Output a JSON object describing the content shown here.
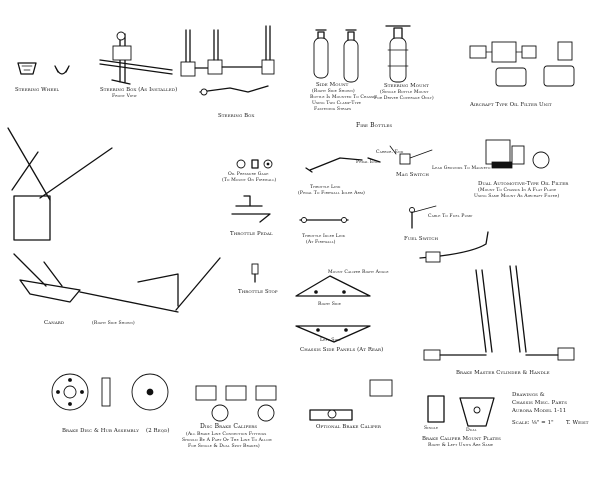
{
  "labels": {
    "steering_wheel": "Steering Wheel",
    "steering_box_title": "Steering Box (As Installed)",
    "steering_box_front": "Front View",
    "steering_box": "Steering Box",
    "side_mount": "Side Mount",
    "side_mount_sub1": "(Right Side Shown)",
    "side_mount_sub2": "Bottle Is Mounted To Chassis",
    "side_mount_sub3": "Using Two Clamp-Type",
    "side_mount_sub4": "Fastening Straps",
    "steering_mount": "Steering Mount",
    "steering_mount_sub1": "(Single Bottle Mount",
    "steering_mount_sub2": "For Driver Coverage Only)",
    "fire_bottles": "Fire Bottles",
    "aircraft_filter": "Aircraft Type Oil Filter Unit",
    "oil_pressure": "Oil Pressure Gage",
    "oil_pressure_sub": "(To Mount On Firewall)",
    "throttle_link": "Throttle Link",
    "throttle_link_sub": "(Pedal To Firewall Idler Arm)",
    "pedal_end": "Pedal End",
    "carbur_end": "Carbur. End",
    "mag_switch": "Mag Switch",
    "lead_grounds": "Lead Grounds To Magneto",
    "dual_filter": "Dual Automotive-Type Oil Filter",
    "dual_filter_sub1": "(Mount To Chassis In A Flat Plane",
    "dual_filter_sub2": "Using Same Mount As Aircraft Filter)",
    "throttle_pedal": "Throttle Pedal",
    "throttle_idler": "Throttle Idler Link",
    "throttle_idler_sub": "(At Firewall)",
    "fuel_switch": "Fuel Switch",
    "cable_to_fuel": "Cable To Fuel Pump",
    "throttle_stop": "Throttle Stop",
    "mount_caliper": "Mount Caliper Right Angle",
    "right_side": "Right Side",
    "left_side": "Left Side",
    "chassis_panels": "Chassis Side Panels (At Rear)",
    "canard": "Canard",
    "canard_sub": "(Right Side Shown)",
    "brake_master": "Brake Master Cylinder & Handle",
    "brake_disc": "Brake Disc & Hub Assembly",
    "two_reqd": "(2 Reqd)",
    "disc_calipers": "Disc Brake Calipers",
    "disc_sub1": "(All Brake Line Connection Fittings",
    "disc_sub2": "Should Be A Part Of The Line To Allow",
    "disc_sub3": "For Single & Dual Spot Brakes)",
    "optional_caliper": "Optional Brake Caliper",
    "single": "Single",
    "dual": "Dual",
    "caliper_plates": "Brake Caliper Mount Plates",
    "caliper_plates_sub": "Right & Left Units Are Same",
    "drawings1": "Drawings &",
    "drawings2": "Chassis Misc. Parts",
    "drawings3": "Aurora Model 1-11",
    "scale": "Scale: ⅛\" = 1\"",
    "author": "T. Weist"
  }
}
